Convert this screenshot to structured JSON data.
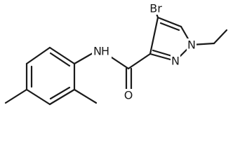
{
  "molecule": {
    "atoms": {
      "br": "Br",
      "n_ring_1": "N",
      "n_ring_2": "N",
      "nh": "N",
      "h": "H",
      "o": "O"
    }
  }
}
